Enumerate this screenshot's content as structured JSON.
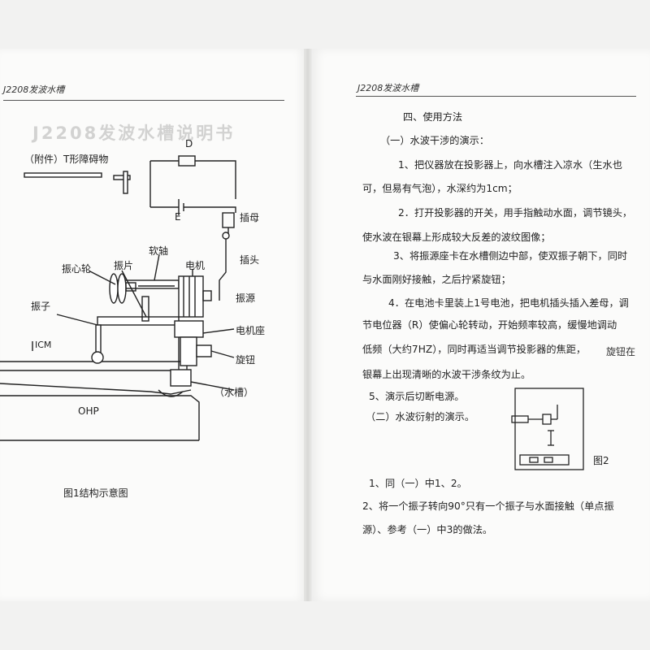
{
  "left_page": {
    "header": "J2208发波水槽",
    "ghost_title": "J2208发波水槽说明书",
    "attachment_label": "（附件）T形障碍物",
    "labels": {
      "D": "D",
      "E": "E",
      "socket": "插母",
      "plug": "插头",
      "shaft": "软轴",
      "vibration_wheel": "振心轮",
      "vibrating_plate": "振片",
      "motor": "电机",
      "power_source": "振源",
      "vibrator": "振子",
      "motor_mount": "电机座",
      "icm": "ICM",
      "knob": "旋钮",
      "tank": "（水槽）",
      "ohp": "OHP"
    },
    "caption": "图1结构示意图"
  },
  "right_page": {
    "header": "J2208发波水槽",
    "section": "四、使用方法",
    "subsection1": "（一）水波干涉的演示：",
    "step1_l1": "1、把仪器放在投影器上，向水槽注入凉水（生水也",
    "step1_l2": "可，但易有气泡），水深约为1cm；",
    "step2_l1": "2．打开投影器的开关，用手指触动水面，调节镜头，",
    "step2_l2": "使水波在银幕上形成较大反差的波纹图像；",
    "step3_l1": "3、将振源座卡在水槽侧边中部，使双振子朝下，同时",
    "step3_l2": "与水面刚好接触，之后拧紧旋钮；",
    "step4_l1": "4．在电池卡里装上1号电池，把电机插头插入差母，调",
    "step4_l2": "节电位器（R）使偏心轮转动，开始频率较高，缓慢地调动",
    "step4_l3": "低频（大约7HZ），同时再适当调节投影器的焦距，",
    "step4_l3_tail": "旋钮在",
    "step4_l4": "银幕上出现清晰的水波干涉条纹为止。",
    "step5": "5、演示后切断电源。",
    "subsection2": "（二）水波衍射的演示。",
    "fig2_label": "图2",
    "diff_step1": "1、同（一）中1、2。",
    "diff_step2_l1": "2、将一个振子转向90°只有一个振子与水面接触（单点振",
    "diff_step2_l2": "源）、参考（一）中3的做法。"
  }
}
